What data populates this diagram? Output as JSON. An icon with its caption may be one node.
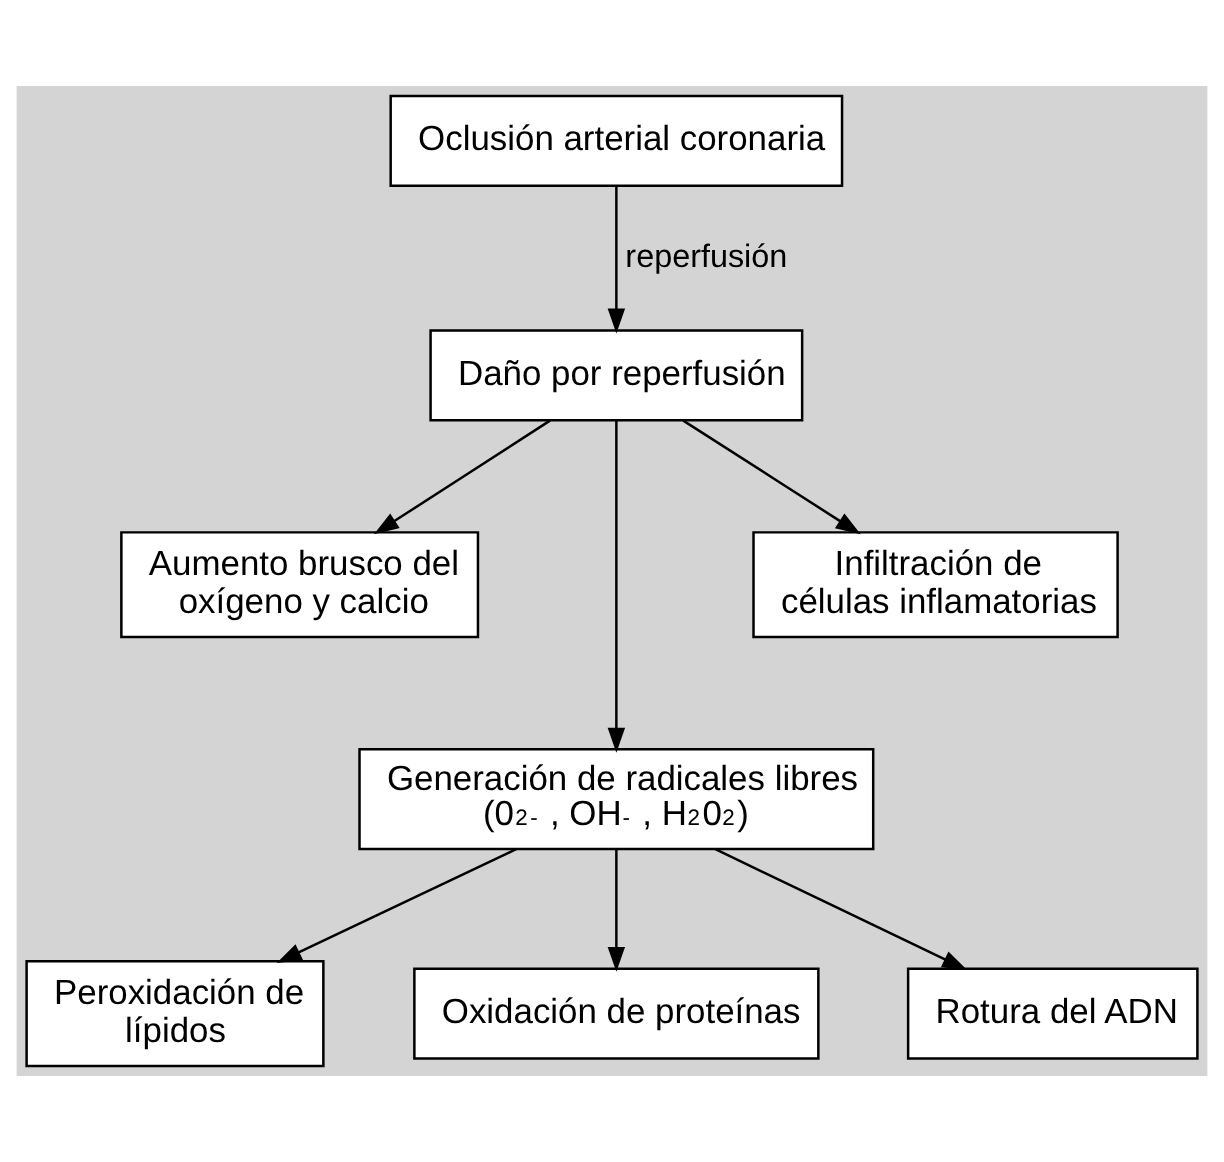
{
  "diagram": {
    "nodes": [
      {
        "text": [
          "Oclusión arterial coronaria"
        ]
      },
      {
        "text": [
          "Daño por reperfusión"
        ]
      },
      {
        "text": [
          "Aumento brusco del oxígeno y calcio"
        ]
      },
      {
        "text": [
          "Infiltración de células inflamatorias"
        ]
      },
      {
        "text": [
          "Generación de radicales libres",
          "(0$_{2}$$^{-}$ , OH$^{-}$ , H$_{2}$0$_{2}$)"
        ]
      },
      {
        "text": [
          "Peroxidación de lípidos"
        ]
      },
      {
        "text": [
          "Oxidación de proteínas"
        ]
      },
      {
        "text": [
          "Rotura del ADN"
        ]
      }
    ],
    "edges": [
      {
        "from": 0,
        "to": 1,
        "arrow": "to",
        "label": "reperfusión"
      },
      {
        "from": 1,
        "to": 2,
        "arrow": "to"
      },
      {
        "from": 1,
        "to": 4,
        "arrow": "to"
      },
      {
        "from": 1,
        "to": 3,
        "arrow": "to"
      },
      {
        "from": 4,
        "to": 5,
        "arrow": "to"
      },
      {
        "from": 4,
        "to": 6,
        "arrow": "to"
      },
      {
        "from": 4,
        "to": 7,
        "arrow": "to"
      }
    ]
  }
}
